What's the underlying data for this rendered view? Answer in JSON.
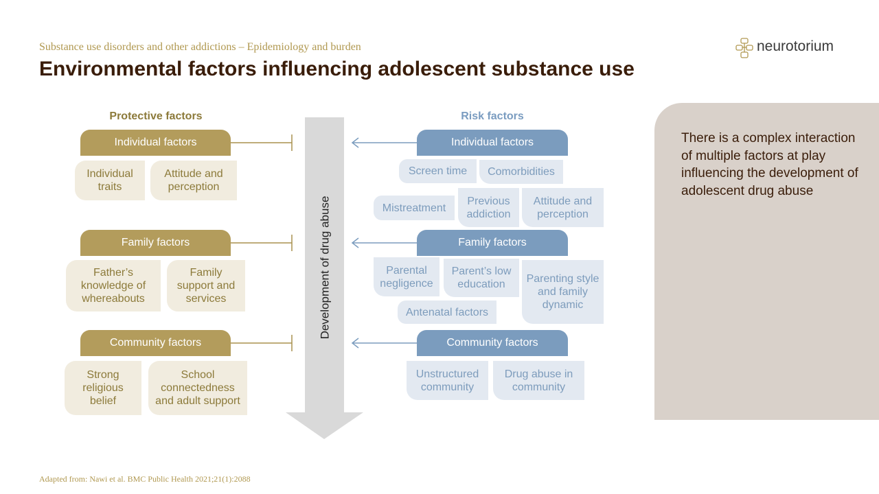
{
  "header": {
    "subtitle": "Substance use disorders and other addictions – Epidemiology  and burden",
    "title": "Environmental factors influencing adolescent substance use",
    "logo_text": "neurotorium"
  },
  "protective": {
    "heading": "Protective factors",
    "groups": [
      {
        "label": "Individual  factors",
        "items": [
          "Individual traits",
          "Attitude and perception"
        ]
      },
      {
        "label": "Family factors",
        "items": [
          "Father’s knowledge of whereabouts",
          "Family support and services"
        ]
      },
      {
        "label": "Community factors",
        "items": [
          "Strong religious belief",
          "School connectedness and adult support"
        ]
      }
    ]
  },
  "risk": {
    "heading": "Risk factors",
    "groups": [
      {
        "label": "Individual  factors",
        "items": [
          "Screen time",
          "Comorbidities",
          "Mistreatment",
          "Previous addiction",
          "Attitude and perception"
        ]
      },
      {
        "label": "Family factors",
        "items": [
          "Parental negligence",
          "Parent’s low education",
          "Parenting style and family dynamic",
          "Antenatal factors"
        ]
      },
      {
        "label": "Community factors",
        "items": [
          "Unstructured community",
          "Drug abuse in community"
        ]
      }
    ]
  },
  "center_arrow": {
    "label": "Development of drug abuse"
  },
  "side_panel": {
    "text": "There  is a complex interaction of multiple factors at play influencing the development  of adolescent drug  abuse"
  },
  "footer": {
    "source": "Adapted from: Nawi et al. BMC Public Health 2021;21(1):2088"
  },
  "colors": {
    "protective": "#b39c5c",
    "protective_light": "#f1ecdf",
    "risk": "#7b9cbe",
    "risk_light": "#e3e9f1",
    "title": "#3a1d0a",
    "panel": "#d9d1ca",
    "arrow": "#d9d9d9"
  },
  "icons": {
    "logo": "brain-tree-icon"
  }
}
